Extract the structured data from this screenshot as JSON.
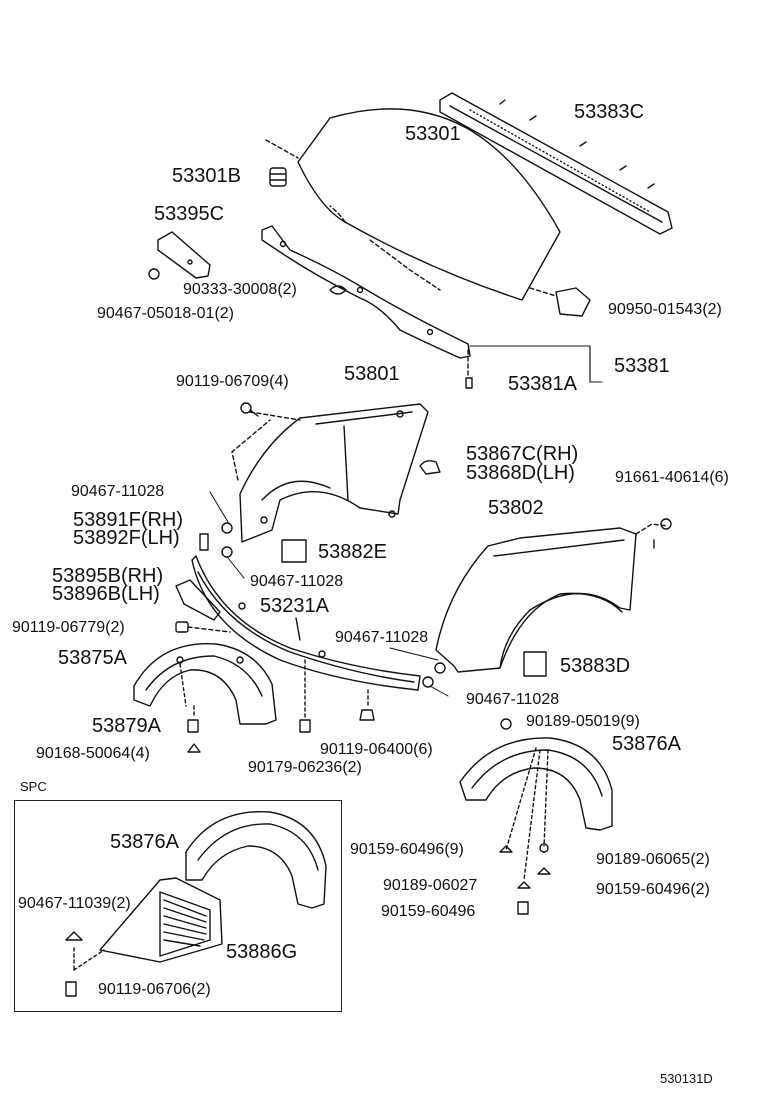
{
  "top": {
    "hood_panel": "53301",
    "cowl_seal": "53383C",
    "hood_bumper": "53301B",
    "hood_hinge_plate": "53395C",
    "clip_a": "90333-30008(2)",
    "clip_b": "90467-05018-01(2)",
    "clip_c": "90950-01543(2)",
    "hood_support": "53381",
    "hood_support_clip": "53381A"
  },
  "middle": {
    "fender_lh": "53801",
    "bolt_a": "90119-06709(4)",
    "protector_rh": "53867C(RH)",
    "protector_lh": "53868D(LH)",
    "nut_a": "91661-40614(6)",
    "clip_d": "90467-11028",
    "seal_rh": "53891F(RH)",
    "seal_lh": "53892F(LH)",
    "cover_e": "53882E",
    "fender_rh": "53802",
    "clip_e": "90467-11028",
    "moulding_rh": "53895B(RH)",
    "moulding_lh": "53896B(LH)",
    "spoiler": "53231A",
    "bolt_b": "90119-06779(2)",
    "clip_f": "90467-11028",
    "cover_d": "53883D",
    "clip_g": "90467-11028"
  },
  "lower": {
    "liner_lh": "53875A",
    "retainer_a": "53879A",
    "screw_a": "90168-50064(4)",
    "clip_h": "90179-06236(2)",
    "bolt_c": "90119-06400(6)",
    "clip_i": "90189-05019(9)",
    "liner_rh": "53876A",
    "clip_j": "90159-60496(9)",
    "clip_k": "90189-06065(2)",
    "clip_l": "90189-06027",
    "clip_m": "90159-60496(2)",
    "clip_n": "90159-60496"
  },
  "spc": {
    "title": "SPC",
    "liner": "53876A",
    "clip": "90467-11039(2)",
    "shield": "53886G",
    "bolt": "90119-06706(2)"
  },
  "figure_id": "530131D"
}
